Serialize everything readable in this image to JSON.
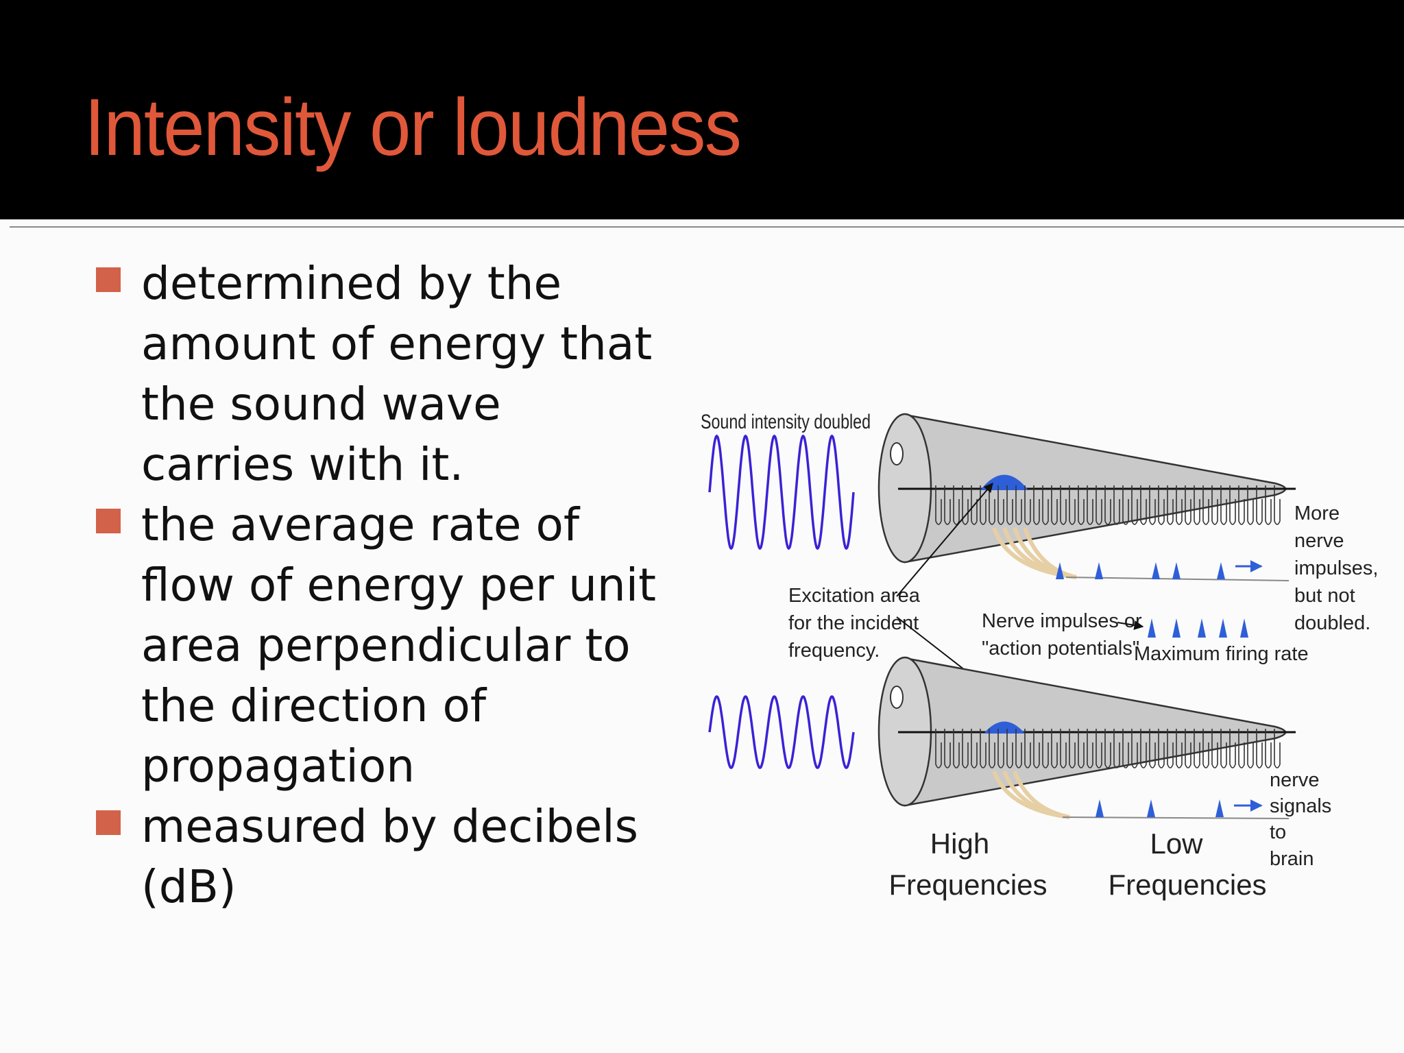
{
  "slide": {
    "title": "Intensity or loudness",
    "bullets": [
      {
        "text": "determined by the amount of energy that the sound wave carries with it."
      },
      {
        "text": "the average rate of flow of energy per unit area perpendicular to the direction of propagation"
      },
      {
        "text": "measured by decibels (dB)"
      }
    ]
  },
  "diagram": {
    "label_intensity_doubled": "Sound intensity doubled",
    "excitation_line1": "Excitation area",
    "excitation_line2": "for the incident",
    "excitation_line3": "frequency.",
    "nerve_impulses_line1": "Nerve impulses or",
    "nerve_impulses_line2": "\"action potentials\"",
    "max_firing_rate": "Maximum firing rate",
    "more_line1": "More",
    "more_line2": "nerve",
    "more_line3": "impulses,",
    "more_line4": "but not",
    "more_line5": "doubled.",
    "nerve_signals_line1": "nerve",
    "nerve_signals_line2": "signals",
    "nerve_signals_line3": "to",
    "nerve_signals_line4": "brain",
    "high_line1": "High",
    "high_line2": "Frequencies",
    "low_line1": "Low",
    "low_line2": "Frequencies",
    "colors": {
      "wave": "#3a22d6",
      "cochlea_fill": "#c9c9c9",
      "excitation": "#2f5fd8",
      "nerve_fibers": "#e6cfa4",
      "impulse": "#2f5fd8"
    }
  }
}
